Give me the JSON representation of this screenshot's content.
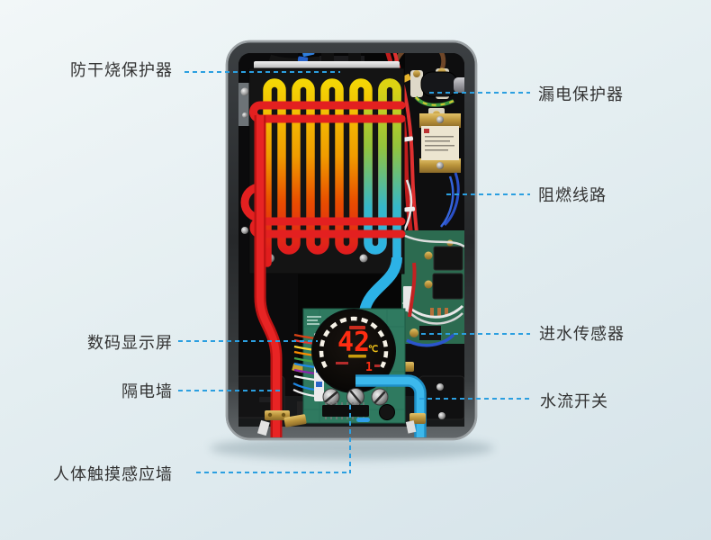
{
  "meta": {
    "description": "Annotated cutaway diagram of an instant electric water heater showing internal components"
  },
  "theme": {
    "background_top": "#f2f7f8",
    "background_bottom": "#d5e3e9",
    "leader_line": "#2b9fe0",
    "label_text": "#333333",
    "led_red": "#ff2d12",
    "led_yellow": "#f3c318",
    "pipe_hot": "#e62424",
    "pipe_cold": "#2aa9e2"
  },
  "callouts": {
    "dry_burn_protector": "防干烧保护器",
    "leakage_protector": "漏电保护器",
    "flame_retardant_wiring": "阻燃线路",
    "digital_display": "数码显示屏",
    "isolation_wall": "隔电墙",
    "inlet_water_sensor": "进水传感器",
    "water_flow_switch": "水流开关",
    "body_touch_wall": "人体触摸感应墙"
  },
  "display": {
    "temperature": "42",
    "unit": "℃",
    "indicator": "1"
  }
}
